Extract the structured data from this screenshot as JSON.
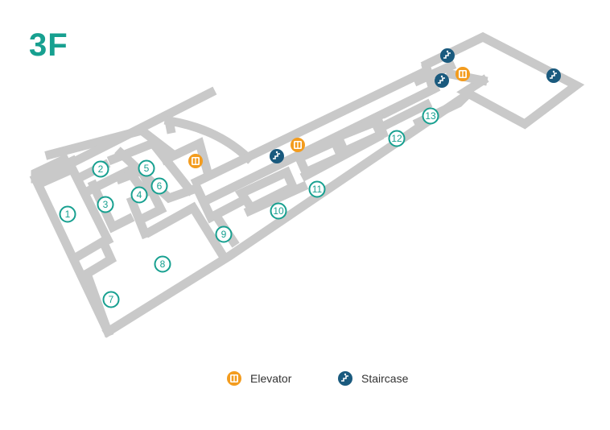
{
  "floor": {
    "title": "3F"
  },
  "colors": {
    "accent": "#17a090",
    "elevator": "#f39c1e",
    "staircase": "#1a5a7e",
    "wall": "#c9c9c9"
  },
  "rooms": [
    "1",
    "2",
    "3",
    "4",
    "5",
    "6",
    "7",
    "8",
    "9",
    "10",
    "11",
    "12",
    "13"
  ],
  "elevators": [
    {
      "icon": "elevator-icon"
    },
    {
      "icon": "elevator-icon"
    },
    {
      "icon": "elevator-icon"
    }
  ],
  "staircases": [
    {
      "icon": "staircase-icon"
    },
    {
      "icon": "staircase-icon"
    },
    {
      "icon": "staircase-icon"
    },
    {
      "icon": "staircase-icon"
    }
  ],
  "legend": {
    "elevator_label": "Elevator",
    "staircase_label": "Staircase"
  }
}
